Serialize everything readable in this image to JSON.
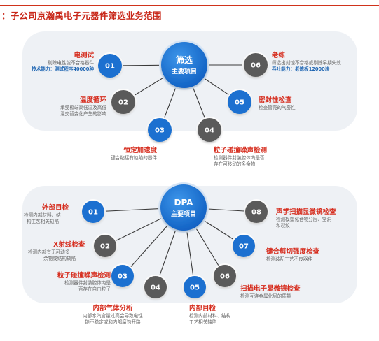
{
  "title": "：子公司京瀚禹电子元器件筛选业务范围",
  "colors": {
    "accent_red": "#d62d1e",
    "blue": "#1a6fd0",
    "dark": "#5a5a5a",
    "panel": "#eef1f5"
  },
  "screening": {
    "center_line1": "筛选",
    "center_line2": "主要项目",
    "nodes": [
      {
        "num": "01",
        "color": "blue",
        "title": "电测试",
        "desc": [
          "剔除电性能不合格器件"
        ],
        "bold": "技术能力：测试程序40000种"
      },
      {
        "num": "02",
        "color": "dark",
        "title": "温度循环",
        "desc": [
          "承受极端高低温及高低",
          "温交替变化产生的影响"
        ],
        "bold": ""
      },
      {
        "num": "03",
        "color": "blue",
        "title": "恒定加速度",
        "desc": [
          "键合粘接有缺陷的器件"
        ],
        "bold": ""
      },
      {
        "num": "04",
        "color": "dark",
        "title": "粒子碰撞噪声检测",
        "desc": [
          "检测器件封装腔体内是否",
          "存在可移动的多余物"
        ],
        "bold": ""
      },
      {
        "num": "05",
        "color": "blue",
        "title": "密封性检查",
        "desc": [
          "检查管壳的气密性"
        ],
        "bold": ""
      },
      {
        "num": "06",
        "color": "dark",
        "title": "老练",
        "desc": [
          "筛选出刻蚀不合格或剔除早期失效"
        ],
        "bold": "吞吐能力：老炼板12000块"
      }
    ]
  },
  "dpa": {
    "center_line1": "DPA",
    "center_line2": "主要项目",
    "nodes": [
      {
        "num": "01",
        "color": "blue",
        "title": "外部目检",
        "desc": [
          "检测内部材料、结",
          "构工艺相关缺陷"
        ]
      },
      {
        "num": "02",
        "color": "dark",
        "title": "X射线检查",
        "desc": [
          "检测内部有无可动多",
          "余物或结构缺陷"
        ]
      },
      {
        "num": "03",
        "color": "blue",
        "title": "粒子碰撞噪声检测",
        "desc": [
          "检测器件封装腔体内是",
          "否存在自由粒子"
        ]
      },
      {
        "num": "04",
        "color": "dark",
        "title": "内部气体分析",
        "desc": [
          "内部水汽含量过高会导致电性",
          "能不稳定或和内部腐蚀开路"
        ]
      },
      {
        "num": "05",
        "color": "blue",
        "title": "内部目检",
        "desc": [
          "检测内部材料、结构",
          "工艺相关缺陷"
        ]
      },
      {
        "num": "06",
        "color": "dark",
        "title": "扫描电子显微镜检查",
        "desc": [
          "检测互连金属化层的质量"
        ]
      },
      {
        "num": "07",
        "color": "blue",
        "title": "键合剪切强度检查",
        "desc": [
          "检测装配工艺不良器件"
        ]
      },
      {
        "num": "08",
        "color": "dark",
        "title": "声学扫描显微镜检查",
        "desc": [
          "检测模塑化合物分层、空洞",
          "和裂纹"
        ]
      }
    ]
  }
}
